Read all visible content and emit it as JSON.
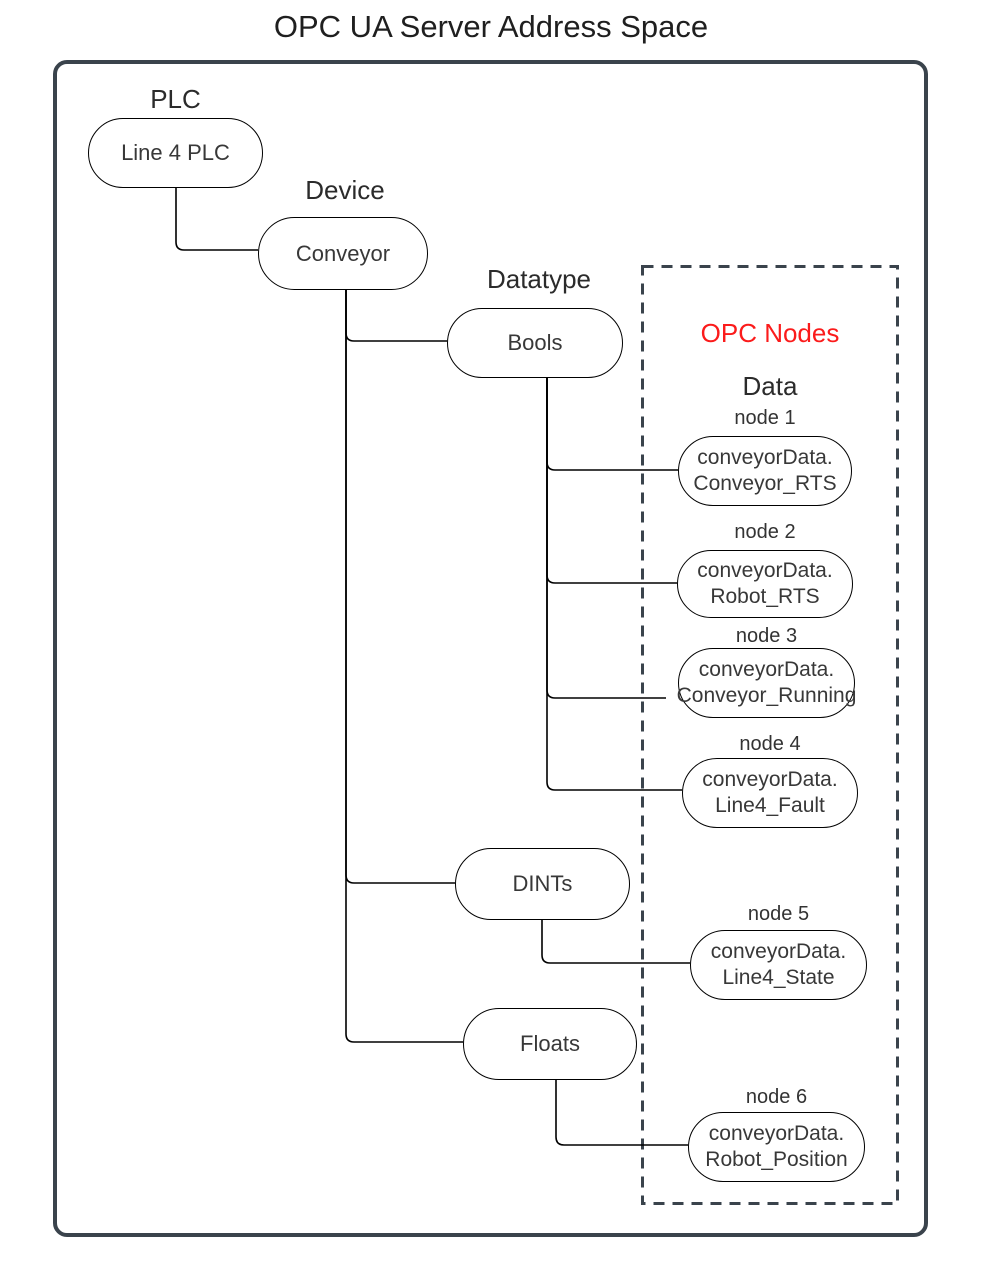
{
  "title": "OPC UA Server Address Space",
  "labels": {
    "plc": "PLC",
    "device": "Device",
    "datatype": "Datatype"
  },
  "pills": {
    "plc": "Line 4 PLC",
    "device": "Conveyor",
    "bools": "Bools",
    "dints": "DINTs",
    "floats": "Floats"
  },
  "opc": {
    "heading": "OPC Nodes",
    "subheading": "Data",
    "nodes": [
      {
        "label": "node 1",
        "line1": "conveyorData.",
        "line2": "Conveyor_RTS"
      },
      {
        "label": "node 2",
        "line1": "conveyorData.",
        "line2": "Robot_RTS"
      },
      {
        "label": "node 3",
        "line1": "conveyorData.",
        "line2": "Conveyor_Running"
      },
      {
        "label": "node 4",
        "line1": "conveyorData.",
        "line2": "Line4_Fault"
      },
      {
        "label": "node 5",
        "line1": "conveyorData.",
        "line2": "Line4_State"
      },
      {
        "label": "node 6",
        "line1": "conveyorData.",
        "line2": "Robot_Position"
      }
    ]
  },
  "colors": {
    "frame": "#3a434c",
    "accent_red": "#fb1b1b",
    "line": "#000000",
    "text": "#333333"
  }
}
